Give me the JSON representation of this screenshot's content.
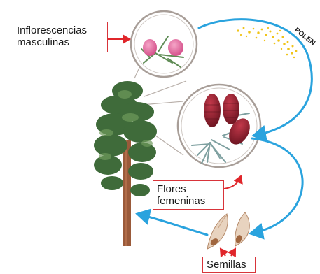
{
  "labels": {
    "masculinas": {
      "line1": "Inflorescencias",
      "line2": "masculinas"
    },
    "femeninas": {
      "line1": "Flores",
      "line2": "femeninas"
    },
    "semillas": "Semillas",
    "polen": "POLEN"
  },
  "colors": {
    "label_border": "#d8343a",
    "cycle_arrow": "#2aa3de",
    "red_arrow": "#e0262b",
    "pollen": "#f0c419",
    "male_cone": "#e86aa0",
    "female_cone": "#8e1f2c",
    "tree_foliage": "#3f6b3a",
    "trunk": "#9a5a3a",
    "circle_ring": "#a89e98"
  },
  "icons": {
    "tree": "pine-tree-icon",
    "male_cone": "male-cone-icon",
    "female_cone": "female-cone-icon",
    "seeds": "pine-seed-icon",
    "pollen": "pollen-dots-icon"
  }
}
